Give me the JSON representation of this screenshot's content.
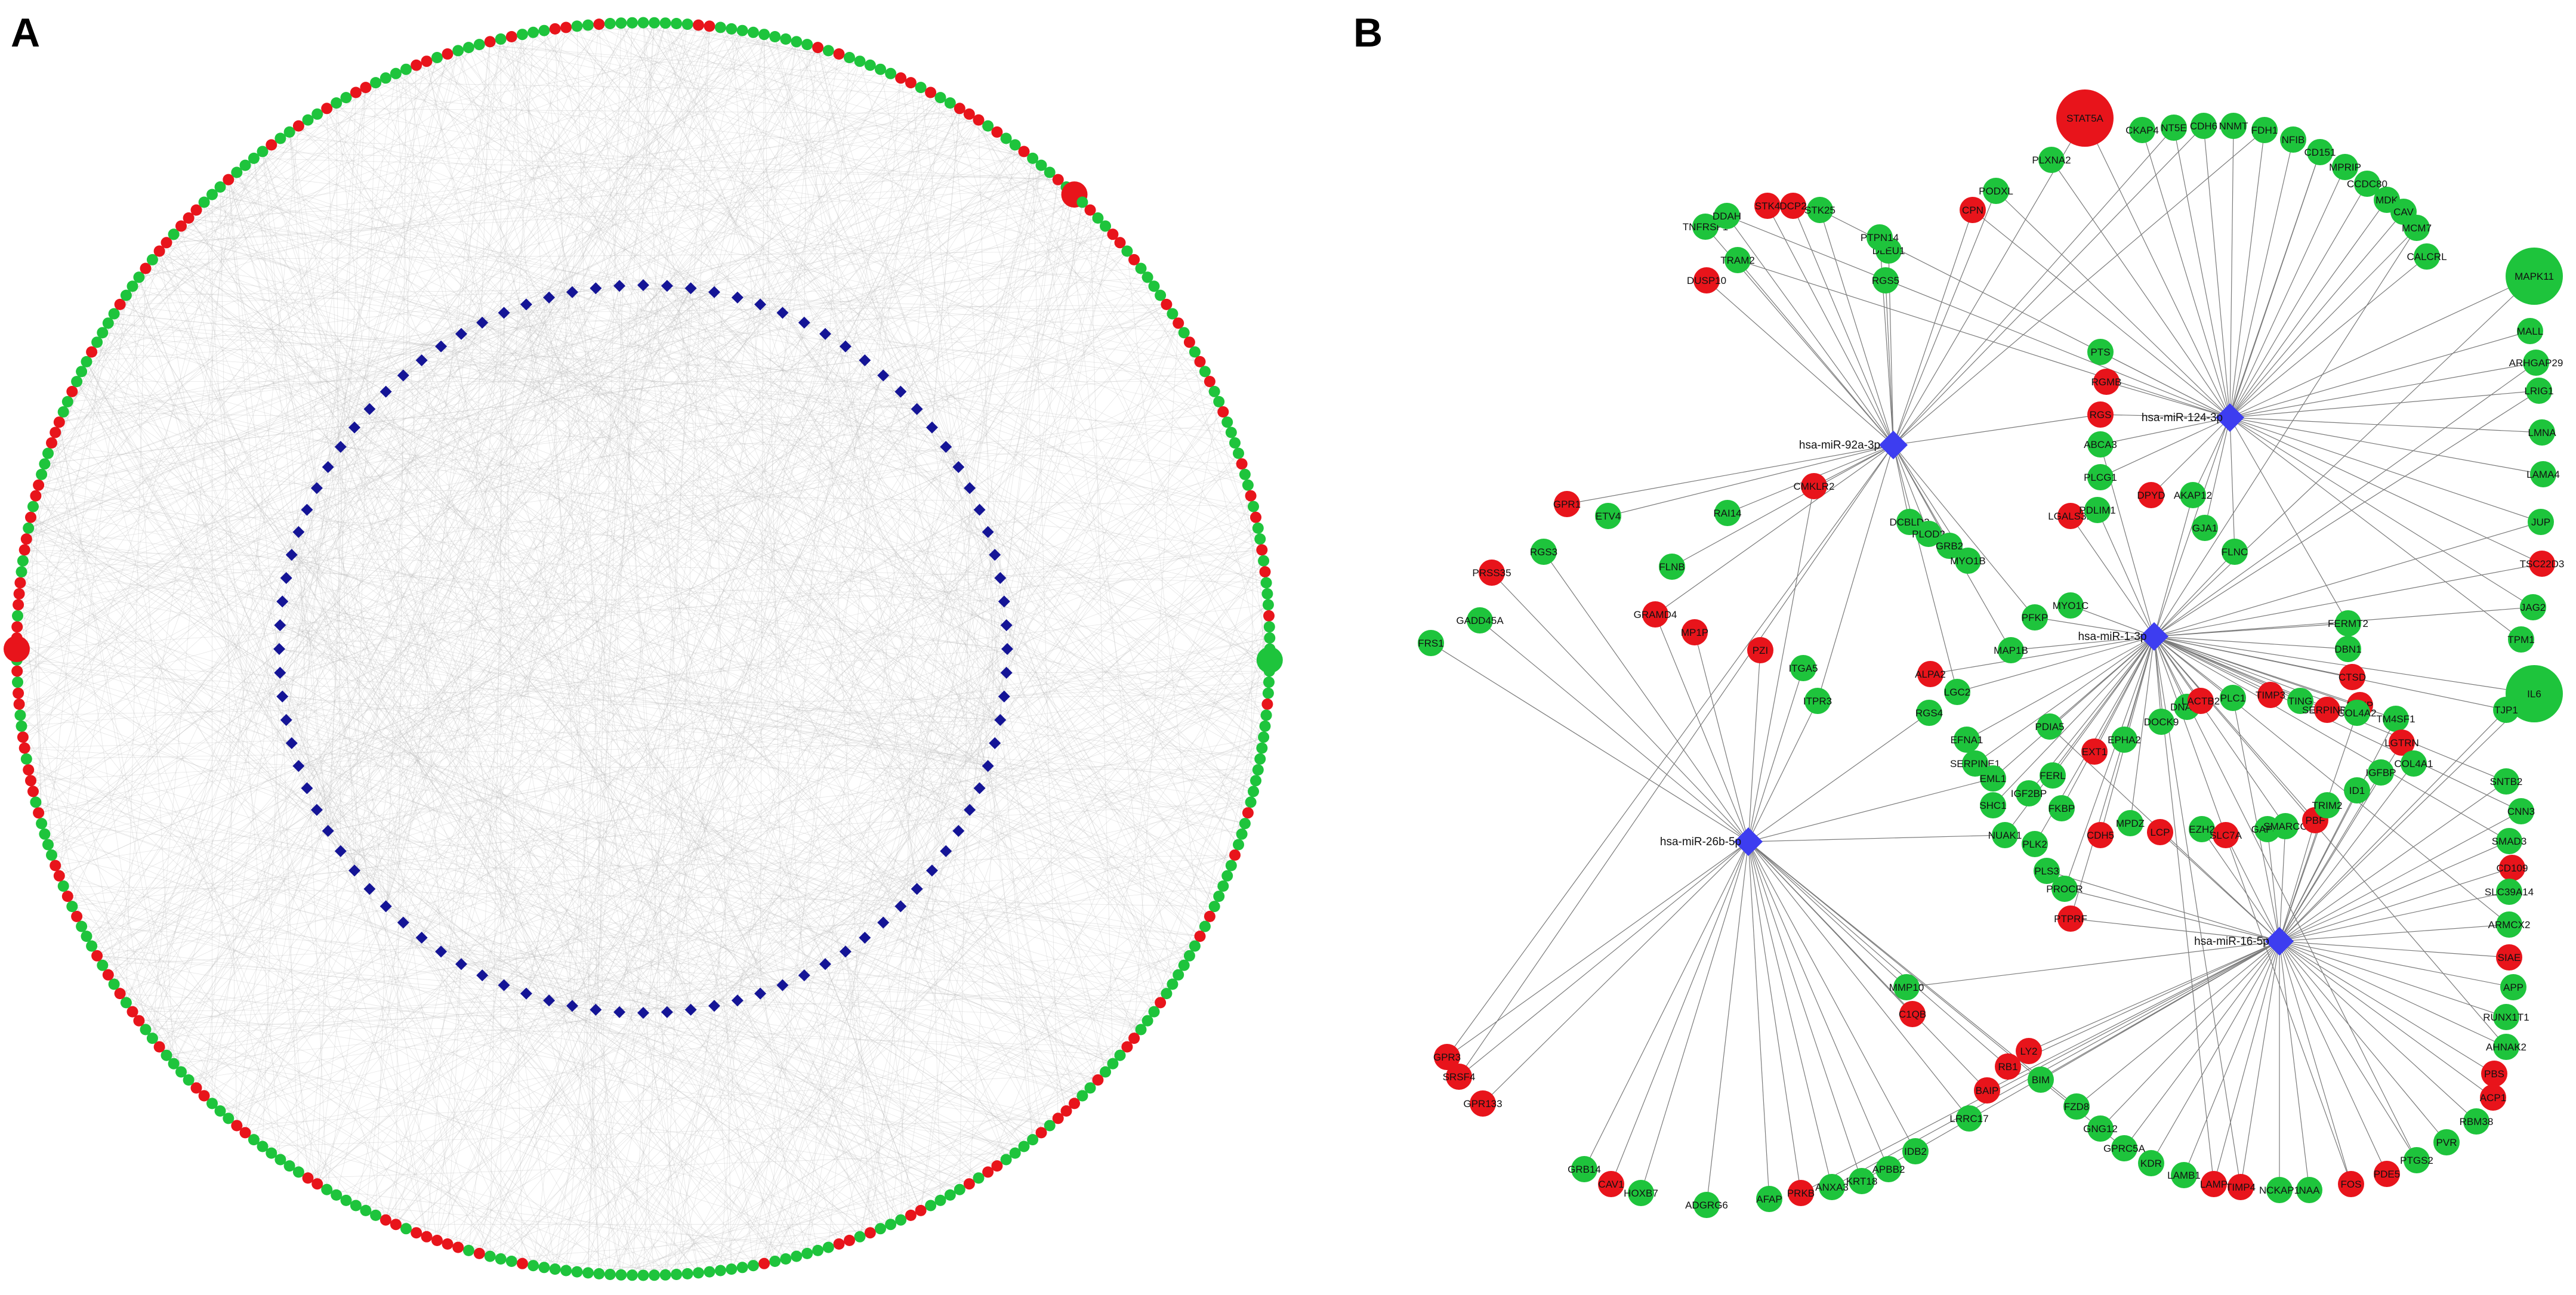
{
  "panels": {
    "a_label": "A",
    "b_label": "B"
  },
  "colors": {
    "up": "#e8141b",
    "down": "#1ec43c",
    "mirna": "#3d3df0",
    "mirna_dark": "#141496",
    "edge": "#7a7a7a"
  },
  "panel_a": {
    "outer_ring_node_count": 356,
    "inner_ring_node_count": 96,
    "note_labels_too_small": true
  },
  "panel_b": {
    "mirnas": [
      {
        "id": "m1",
        "label": "hsa-miR-92a-3p"
      },
      {
        "id": "m2",
        "label": "hsa-miR-124-3p"
      },
      {
        "id": "m3",
        "label": "hsa-miR-1-3p"
      },
      {
        "id": "m4",
        "label": "hsa-miR-26b-5p"
      },
      {
        "id": "m5",
        "label": "hsa-miR-16-5p"
      }
    ],
    "genes": [
      {
        "label": "STAT5A",
        "reg": "up",
        "size": "xl"
      },
      {
        "label": "MAPK11",
        "reg": "down",
        "size": "xl"
      },
      {
        "label": "IL6",
        "reg": "down",
        "size": "xl"
      },
      {
        "label": "PLXNA2",
        "reg": "down"
      },
      {
        "label": "CKAP4",
        "reg": "down"
      },
      {
        "label": "NT5E",
        "reg": "down"
      },
      {
        "label": "CDH6",
        "reg": "down"
      },
      {
        "label": "NNMT",
        "reg": "down"
      },
      {
        "label": "FDH1",
        "reg": "down"
      },
      {
        "label": "NFIB",
        "reg": "down"
      },
      {
        "label": "CD151",
        "reg": "down"
      },
      {
        "label": "MPRIP",
        "reg": "down"
      },
      {
        "label": "CCDC80",
        "reg": "down"
      },
      {
        "label": "MDK",
        "reg": "down"
      },
      {
        "label": "CAV",
        "reg": "down"
      },
      {
        "label": "MCM7",
        "reg": "down"
      },
      {
        "label": "CALCRL",
        "reg": "down"
      },
      {
        "label": "MALL",
        "reg": "down"
      },
      {
        "label": "ARHGAP29",
        "reg": "down"
      },
      {
        "label": "LRIG1",
        "reg": "down"
      },
      {
        "label": "LMNA",
        "reg": "down"
      },
      {
        "label": "LAMA4",
        "reg": "down"
      },
      {
        "label": "JUP",
        "reg": "down"
      },
      {
        "label": "TSC22D3",
        "reg": "up"
      },
      {
        "label": "JAG2",
        "reg": "down"
      },
      {
        "label": "TPM1",
        "reg": "down"
      },
      {
        "label": "TJP1",
        "reg": "down"
      },
      {
        "label": "TNFRSF1",
        "reg": "down"
      },
      {
        "label": "DDAH",
        "reg": "down"
      },
      {
        "label": "STK4",
        "reg": "up"
      },
      {
        "label": "DCP2",
        "reg": "up"
      },
      {
        "label": "STK25",
        "reg": "down"
      },
      {
        "label": "CPN",
        "reg": "up"
      },
      {
        "label": "PODXL",
        "reg": "down"
      },
      {
        "label": "TRAM2",
        "reg": "down"
      },
      {
        "label": "DUSP10",
        "reg": "up"
      },
      {
        "label": "DLEU1",
        "reg": "down"
      },
      {
        "label": "RGS5",
        "reg": "down"
      },
      {
        "label": "PTPN14",
        "reg": "down"
      },
      {
        "label": "PTS",
        "reg": "down"
      },
      {
        "label": "RGMB",
        "reg": "up"
      },
      {
        "label": "RGS",
        "reg": "up"
      },
      {
        "label": "ABCA3",
        "reg": "down"
      },
      {
        "label": "PLCG1",
        "reg": "down"
      },
      {
        "label": "DPYD",
        "reg": "up"
      },
      {
        "label": "AKAP12",
        "reg": "down"
      },
      {
        "label": "LGALS3B",
        "reg": "up"
      },
      {
        "label": "PDLIM1",
        "reg": "down"
      },
      {
        "label": "GJA1",
        "reg": "down"
      },
      {
        "label": "FLNC",
        "reg": "down"
      },
      {
        "label": "FERMT2",
        "reg": "down"
      },
      {
        "label": "DBN1",
        "reg": "down"
      },
      {
        "label": "CTSD",
        "reg": "up"
      },
      {
        "label": "PFKP",
        "reg": "up"
      },
      {
        "label": "CMKLR2",
        "reg": "up"
      },
      {
        "label": "RAI14",
        "reg": "down"
      },
      {
        "label": "ETV4",
        "reg": "down"
      },
      {
        "label": "GPR1",
        "reg": "up"
      },
      {
        "label": "DCBLD2",
        "reg": "down"
      },
      {
        "label": "PLOD2",
        "reg": "down"
      },
      {
        "label": "GRB2",
        "reg": "down"
      },
      {
        "label": "MYO1B",
        "reg": "down"
      },
      {
        "label": "RGS3",
        "reg": "down"
      },
      {
        "label": "FLNB",
        "reg": "down"
      },
      {
        "label": "PRSS35",
        "reg": "up"
      },
      {
        "label": "GADD45A",
        "reg": "down"
      },
      {
        "label": "FRS1",
        "reg": "down"
      },
      {
        "label": "GRAMD4",
        "reg": "up"
      },
      {
        "label": "MP1P",
        "reg": "up"
      },
      {
        "label": "PZI",
        "reg": "up"
      },
      {
        "label": "ITGA5",
        "reg": "down"
      },
      {
        "label": "ITPR3",
        "reg": "down"
      },
      {
        "label": "PFKP",
        "reg": "down"
      },
      {
        "label": "MYO1C",
        "reg": "down"
      },
      {
        "label": "MAP1B",
        "reg": "down"
      },
      {
        "label": "LGC2",
        "reg": "down"
      },
      {
        "label": "ALPA2",
        "reg": "up"
      },
      {
        "label": "RGS4",
        "reg": "down"
      },
      {
        "label": "EFNA1",
        "reg": "down"
      },
      {
        "label": "SERPINE1",
        "reg": "down"
      },
      {
        "label": "EML1",
        "reg": "down"
      },
      {
        "label": "PDIA5",
        "reg": "down"
      },
      {
        "label": "EXT1",
        "reg": "up"
      },
      {
        "label": "EPHA2",
        "reg": "down"
      },
      {
        "label": "DOCK9",
        "reg": "down"
      },
      {
        "label": "DNAJB",
        "reg": "down"
      },
      {
        "label": "LACTB2",
        "reg": "up"
      },
      {
        "label": "PLC1",
        "reg": "down"
      },
      {
        "label": "TIMP3",
        "reg": "up"
      },
      {
        "label": "TING",
        "reg": "down"
      },
      {
        "label": "SERPINB2",
        "reg": "up"
      },
      {
        "label": "COL4A2",
        "reg": "down"
      },
      {
        "label": "TM4SF1",
        "reg": "down"
      },
      {
        "label": "LGTRN",
        "reg": "up"
      },
      {
        "label": "COL4A1",
        "reg": "down"
      },
      {
        "label": "SNTB2",
        "reg": "down"
      },
      {
        "label": "CNN3",
        "reg": "down"
      },
      {
        "label": "SMAD3",
        "reg": "down"
      },
      {
        "label": "CD109",
        "reg": "up"
      },
      {
        "label": "SLC39A14",
        "reg": "down"
      },
      {
        "label": "ARMCX2",
        "reg": "down"
      },
      {
        "label": "SIAE",
        "reg": "up"
      },
      {
        "label": "APP",
        "reg": "down"
      },
      {
        "label": "RUNX1T1",
        "reg": "down"
      },
      {
        "label": "AHNAK2",
        "reg": "down"
      },
      {
        "label": "PBS",
        "reg": "up"
      },
      {
        "label": "ACP1",
        "reg": "up"
      },
      {
        "label": "RBM38",
        "reg": "down"
      },
      {
        "label": "PVR",
        "reg": "down"
      },
      {
        "label": "PTGS2",
        "reg": "down"
      },
      {
        "label": "PDE5",
        "reg": "up"
      },
      {
        "label": "FOS",
        "reg": "up"
      },
      {
        "label": "NAA",
        "reg": "down"
      },
      {
        "label": "NCKAP1",
        "reg": "down"
      },
      {
        "label": "TIMP4",
        "reg": "up"
      },
      {
        "label": "LAMP",
        "reg": "up"
      },
      {
        "label": "LAMB1",
        "reg": "down"
      },
      {
        "label": "KDR",
        "reg": "down"
      },
      {
        "label": "GPRC5A",
        "reg": "down"
      },
      {
        "label": "GNG12",
        "reg": "down"
      },
      {
        "label": "FZD8",
        "reg": "down"
      },
      {
        "label": "BIM",
        "reg": "down"
      },
      {
        "label": "LY2",
        "reg": "up"
      },
      {
        "label": "RB1",
        "reg": "up"
      },
      {
        "label": "BAIP",
        "reg": "up"
      },
      {
        "label": "LRRC17",
        "reg": "down"
      },
      {
        "label": "MMP10",
        "reg": "down"
      },
      {
        "label": "C1QB",
        "reg": "up"
      },
      {
        "label": "PTPRF",
        "reg": "up"
      },
      {
        "label": "PROCR",
        "reg": "down"
      },
      {
        "label": "PLS3",
        "reg": "down"
      },
      {
        "label": "PLK2",
        "reg": "down"
      },
      {
        "label": "NUAK1",
        "reg": "down"
      },
      {
        "label": "SHC1",
        "reg": "down"
      },
      {
        "label": "IGF2BP",
        "reg": "down"
      },
      {
        "label": "FERL",
        "reg": "down"
      },
      {
        "label": "FKBP",
        "reg": "down"
      },
      {
        "label": "CDH5",
        "reg": "up"
      },
      {
        "label": "MPDZ",
        "reg": "down"
      },
      {
        "label": "LCP",
        "reg": "up"
      },
      {
        "label": "EZH2",
        "reg": "down"
      },
      {
        "label": "SLC7A",
        "reg": "up"
      },
      {
        "label": "GAP43",
        "reg": "down"
      },
      {
        "label": "SMARCC",
        "reg": "down"
      },
      {
        "label": "PBF",
        "reg": "up"
      },
      {
        "label": "TRIM2",
        "reg": "down"
      },
      {
        "label": "ID1",
        "reg": "down"
      },
      {
        "label": "IGFBP",
        "reg": "down"
      },
      {
        "label": "GPR3",
        "reg": "up"
      },
      {
        "label": "SRSF4",
        "reg": "up"
      },
      {
        "label": "GPR133",
        "reg": "up"
      },
      {
        "label": "GRB14",
        "reg": "down"
      },
      {
        "label": "CAV1",
        "reg": "up"
      },
      {
        "label": "HOXB7",
        "reg": "down"
      },
      {
        "label": "ADGRG6",
        "reg": "down"
      },
      {
        "label": "AFAP",
        "reg": "down"
      },
      {
        "label": "PRKB",
        "reg": "up"
      },
      {
        "label": "ANXA3",
        "reg": "down"
      },
      {
        "label": "KRT18",
        "reg": "down"
      },
      {
        "label": "APBB2",
        "reg": "down"
      },
      {
        "label": "IDB2",
        "reg": "down"
      }
    ]
  }
}
